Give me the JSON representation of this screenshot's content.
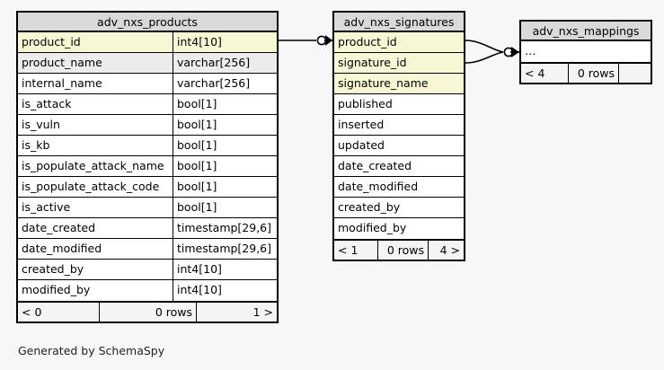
{
  "diagram": {
    "generator_caption": "Generated by SchemaSpy",
    "background_color": "#f7f7f7",
    "key_row_color": "#f7f7d6",
    "header_color": "#d9d9d9",
    "alt_row_color": "#ececec"
  },
  "tables": {
    "products": {
      "title": "adv_nxs_products",
      "columns": [
        {
          "name": "product_id",
          "type": "int4[10]",
          "style": "key"
        },
        {
          "name": "product_name",
          "type": "varchar[256]",
          "style": "alt"
        },
        {
          "name": "internal_name",
          "type": "varchar[256]",
          "style": "plain"
        },
        {
          "name": "is_attack",
          "type": "bool[1]",
          "style": "plain"
        },
        {
          "name": "is_vuln",
          "type": "bool[1]",
          "style": "plain"
        },
        {
          "name": "is_kb",
          "type": "bool[1]",
          "style": "plain"
        },
        {
          "name": "is_populate_attack_name",
          "type": "bool[1]",
          "style": "plain"
        },
        {
          "name": "is_populate_attack_code",
          "type": "bool[1]",
          "style": "plain"
        },
        {
          "name": "is_active",
          "type": "bool[1]",
          "style": "plain"
        },
        {
          "name": "date_created",
          "type": "timestamp[29,6]",
          "style": "plain"
        },
        {
          "name": "date_modified",
          "type": "timestamp[29,6]",
          "style": "plain"
        },
        {
          "name": "created_by",
          "type": "int4[10]",
          "style": "plain"
        },
        {
          "name": "modified_by",
          "type": "int4[10]",
          "style": "plain"
        }
      ],
      "footer": {
        "prev": "< 0",
        "rows": "0 rows",
        "next": "1 >"
      }
    },
    "signatures": {
      "title": "adv_nxs_signatures",
      "columns": [
        {
          "name": "product_id",
          "type": "",
          "style": "key"
        },
        {
          "name": "signature_id",
          "type": "",
          "style": "key"
        },
        {
          "name": "signature_name",
          "type": "",
          "style": "key"
        },
        {
          "name": "published",
          "type": "",
          "style": "plain"
        },
        {
          "name": "inserted",
          "type": "",
          "style": "plain"
        },
        {
          "name": "updated",
          "type": "",
          "style": "plain"
        },
        {
          "name": "date_created",
          "type": "",
          "style": "plain"
        },
        {
          "name": "date_modified",
          "type": "",
          "style": "plain"
        },
        {
          "name": "created_by",
          "type": "",
          "style": "plain"
        },
        {
          "name": "modified_by",
          "type": "",
          "style": "plain"
        }
      ],
      "footer": {
        "prev": "< 1",
        "rows": "0 rows",
        "next": "4 >"
      }
    },
    "mappings": {
      "title": "adv_nxs_mappings",
      "columns": [
        {
          "name": "…",
          "type": "",
          "style": "plain"
        }
      ],
      "footer": {
        "prev": "< 4",
        "rows": "0 rows",
        "next": ""
      }
    }
  },
  "relationships": [
    {
      "name": "products-to-signatures",
      "from": "adv_nxs_products.product_id",
      "to": "adv_nxs_signatures.product_id",
      "from_cardinality": "zero-or-one",
      "to_cardinality": "many"
    },
    {
      "name": "signatures-product-to-mappings",
      "from": "adv_nxs_signatures.product_id",
      "to": "adv_nxs_mappings",
      "from_cardinality": "zero-or-one",
      "to_cardinality": "many"
    },
    {
      "name": "signatures-signature-to-mappings",
      "from": "adv_nxs_signatures.signature_id",
      "to": "adv_nxs_mappings",
      "from_cardinality": "zero-or-one",
      "to_cardinality": "many"
    }
  ]
}
